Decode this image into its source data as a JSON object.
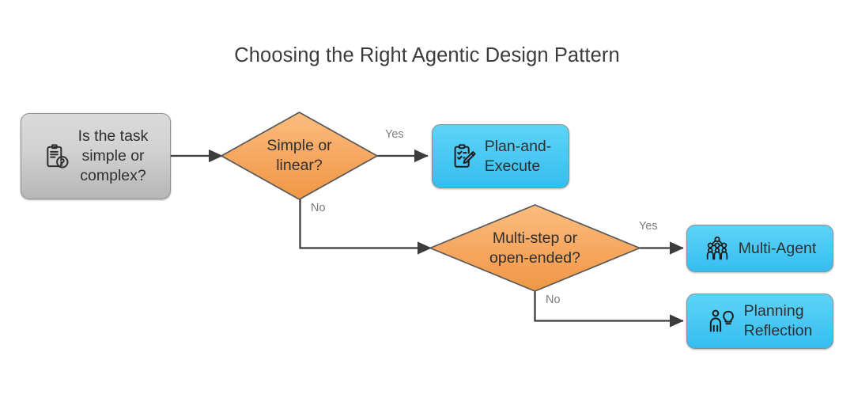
{
  "diagram": {
    "title": "Choosing the Right Agentic Design Pattern",
    "colors": {
      "orange": "#f5a45e",
      "blue": "#45c6f2",
      "gray": "#d2d2d2",
      "stroke": "#58595b",
      "text": "#2f2f2f",
      "edge_label_text": "#7d7d7d",
      "background": "#ffffff"
    },
    "nodes": [
      {
        "id": "start",
        "shape": "rounded-rect",
        "fill": "gray",
        "icon": "clipboard-question-icon",
        "label": "Is the task\nsimple or\ncomplex?"
      },
      {
        "id": "decision-simple-linear",
        "shape": "diamond",
        "fill": "orange",
        "icon": null,
        "label": "Simple or\nlinear?"
      },
      {
        "id": "plan-and-execute",
        "shape": "rounded-rect",
        "fill": "blue",
        "icon": "clipboard-pencil-icon",
        "label": "Plan-and-\nExecute"
      },
      {
        "id": "decision-multistep-openended",
        "shape": "diamond",
        "fill": "orange",
        "icon": null,
        "label": "Multi-step or\nopen-ended?"
      },
      {
        "id": "multi-agent",
        "shape": "rounded-rect",
        "fill": "blue",
        "icon": "people-network-icon",
        "label": "Multi-Agent"
      },
      {
        "id": "planning-reflection",
        "shape": "rounded-rect",
        "fill": "blue",
        "icon": "person-idea-icon",
        "label": "Planning\nReflection"
      }
    ],
    "edges": [
      {
        "id": "start-to-decision1",
        "from": "start",
        "to": "decision-simple-linear",
        "label": ""
      },
      {
        "id": "decision1-yes",
        "from": "decision-simple-linear",
        "to": "plan-and-execute",
        "label": "Yes"
      },
      {
        "id": "decision1-no",
        "from": "decision-simple-linear",
        "to": "decision-multistep-openended",
        "label": "No"
      },
      {
        "id": "decision2-yes",
        "from": "decision-multistep-openended",
        "to": "multi-agent",
        "label": "Yes"
      },
      {
        "id": "decision2-no",
        "from": "decision-multistep-openended",
        "to": "planning-reflection",
        "label": "No"
      }
    ]
  }
}
